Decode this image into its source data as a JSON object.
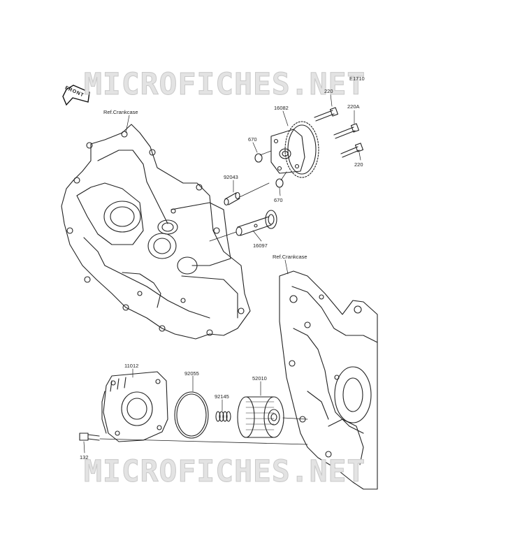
{
  "watermarks": {
    "top": "MICROFICHES.NET",
    "bottom": "MICROFICHES.NET"
  },
  "diagram_code": "E1710",
  "front_label": "FRONT",
  "ref_labels": {
    "upper": "Ref.Crankcase",
    "lower": "Ref.Crankcase"
  },
  "parts": {
    "p220_top": "220",
    "p220a": "220A",
    "p220_right": "220",
    "p16082": "16082",
    "p670_left": "670",
    "p670_right": "670",
    "p92043": "92043",
    "p16097": "16097",
    "p11012": "11012",
    "p92055": "92055",
    "p92145": "92145",
    "p52010": "52010",
    "p132": "132"
  }
}
